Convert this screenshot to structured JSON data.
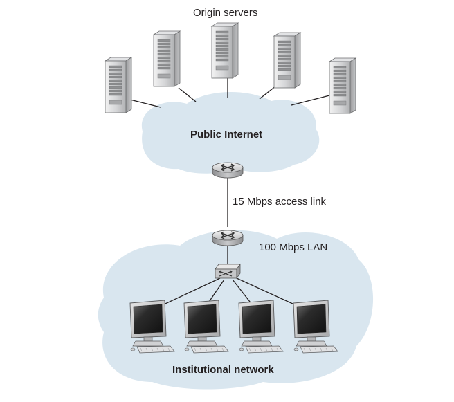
{
  "diagram": {
    "origin_servers_label": "Origin servers",
    "public_internet_label": "Public Internet",
    "access_link_label": "15 Mbps access link",
    "lan_label": "100 Mbps LAN",
    "institutional_network_label": "Institutional network",
    "servers": [
      {
        "name": "origin-server-1",
        "icon": "server-tower-icon"
      },
      {
        "name": "origin-server-2",
        "icon": "server-tower-icon"
      },
      {
        "name": "origin-server-3",
        "icon": "server-tower-icon"
      },
      {
        "name": "origin-server-4",
        "icon": "server-tower-icon"
      },
      {
        "name": "origin-server-5",
        "icon": "server-tower-icon"
      }
    ],
    "routers": [
      {
        "name": "internet-edge-router",
        "icon": "router-icon"
      },
      {
        "name": "institutional-router",
        "icon": "router-icon"
      }
    ],
    "switch": {
      "name": "lan-switch",
      "icon": "switch-icon"
    },
    "hosts": [
      {
        "name": "host-computer-1",
        "icon": "desktop-computer-icon"
      },
      {
        "name": "host-computer-2",
        "icon": "desktop-computer-icon"
      },
      {
        "name": "host-computer-3",
        "icon": "desktop-computer-icon"
      },
      {
        "name": "host-computer-4",
        "icon": "desktop-computer-icon"
      }
    ],
    "colors": {
      "cloud_fill": "#d9e6ef",
      "line": "#231f20",
      "server_body": "#c8c9cb",
      "router_body": "#b9babc",
      "screen": "#2a2a2a"
    }
  }
}
